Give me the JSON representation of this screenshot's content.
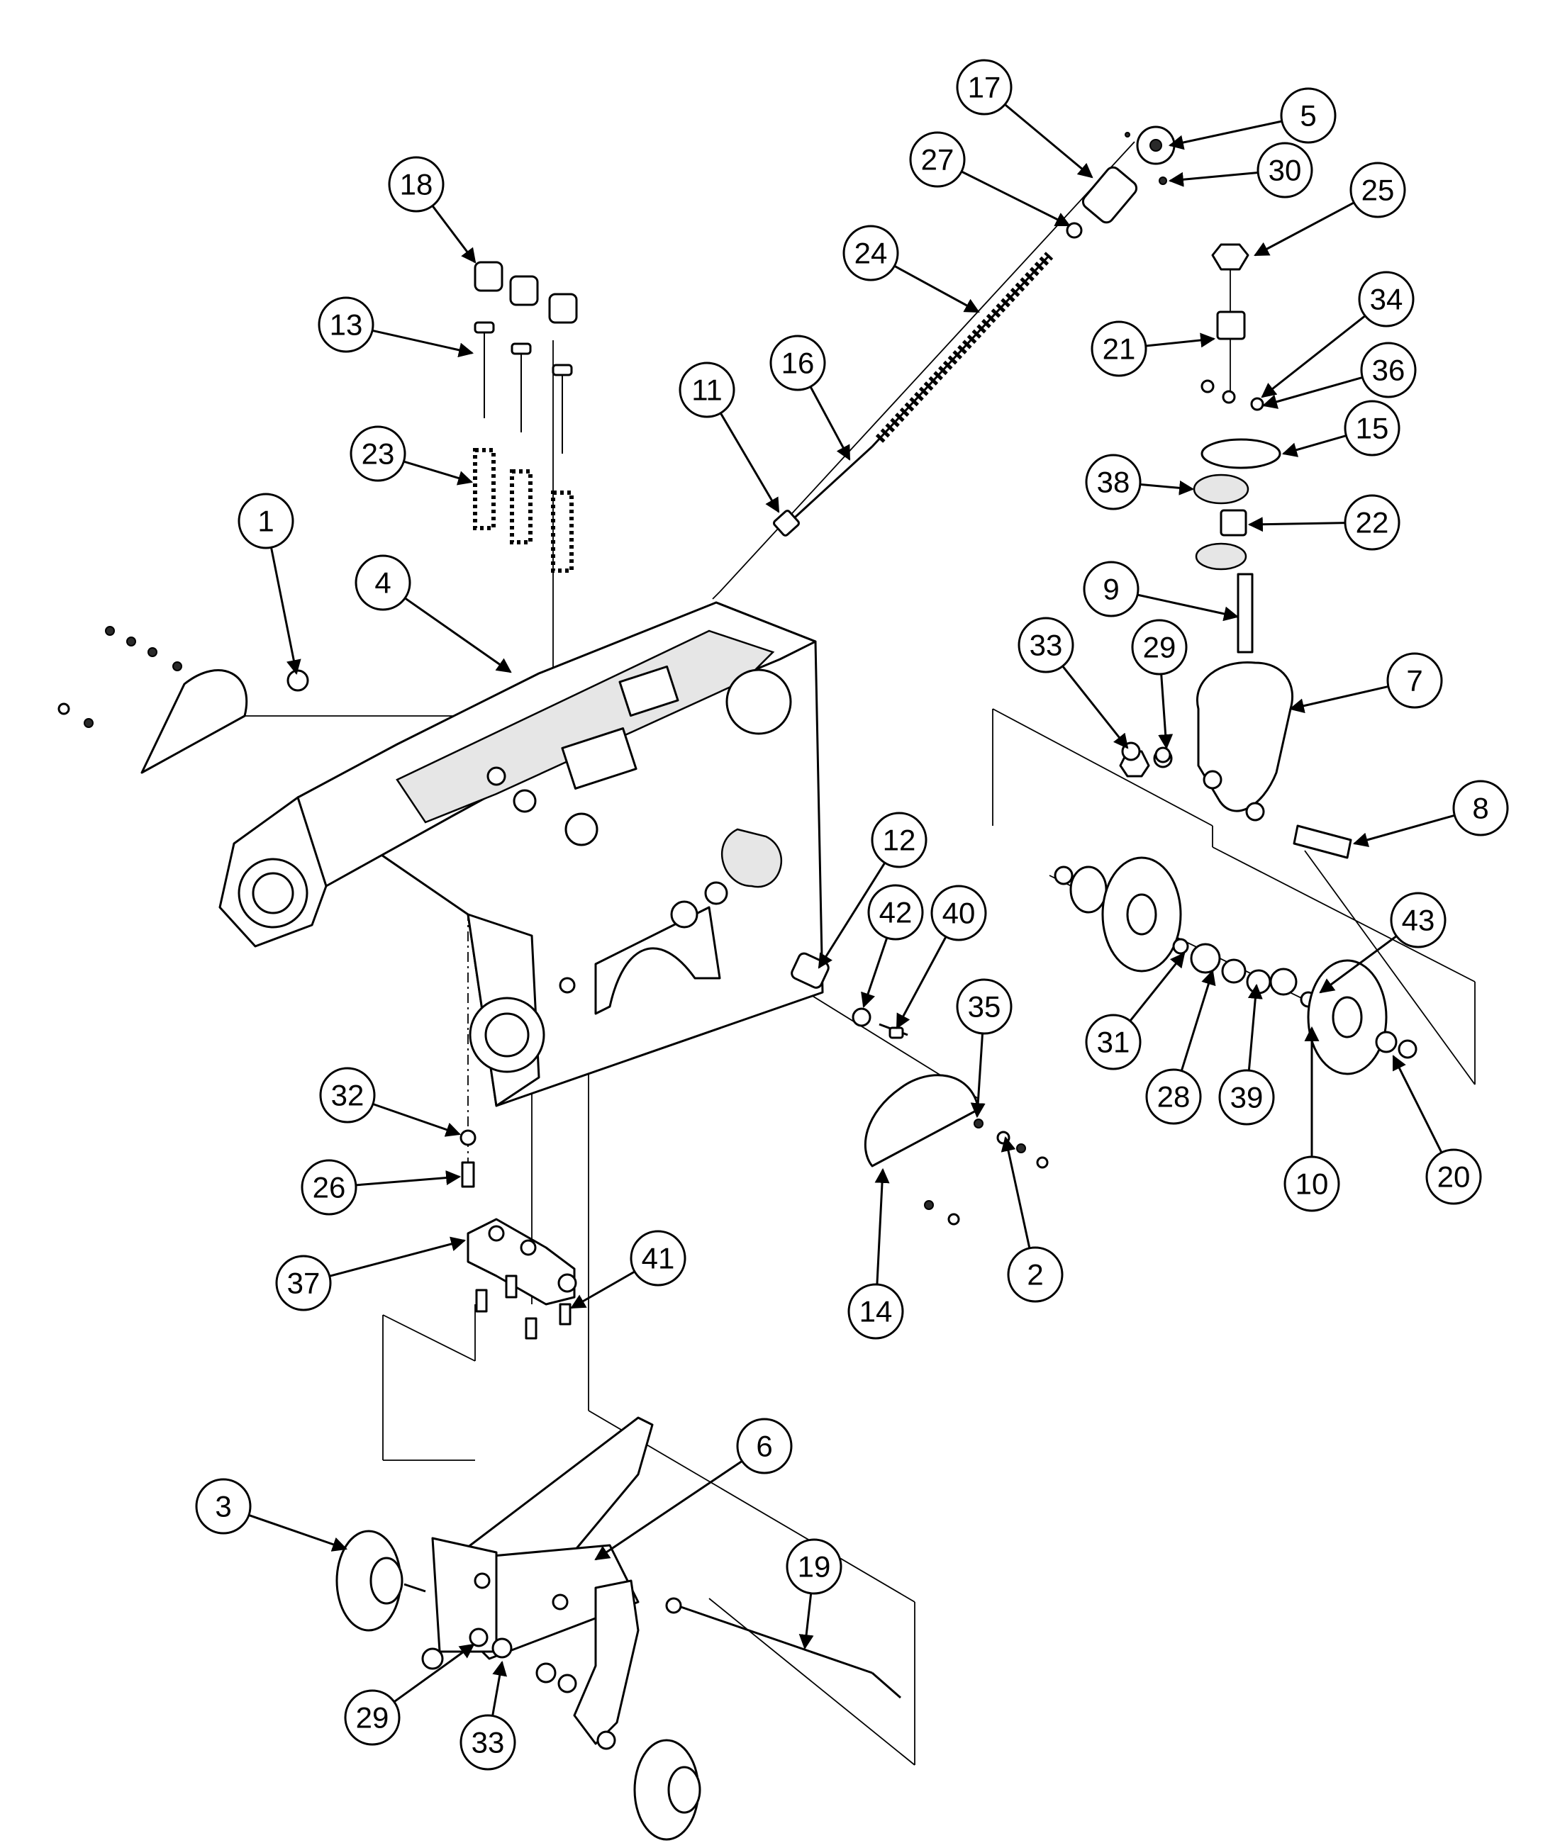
{
  "callouts": [
    {
      "number": "1"
    },
    {
      "number": "2"
    },
    {
      "number": "3"
    },
    {
      "number": "4"
    },
    {
      "number": "5"
    },
    {
      "number": "6"
    },
    {
      "number": "7"
    },
    {
      "number": "8"
    },
    {
      "number": "9"
    },
    {
      "number": "10"
    },
    {
      "number": "11"
    },
    {
      "number": "12"
    },
    {
      "number": "13"
    },
    {
      "number": "14"
    },
    {
      "number": "15"
    },
    {
      "number": "16"
    },
    {
      "number": "17"
    },
    {
      "number": "18"
    },
    {
      "number": "19"
    },
    {
      "number": "20"
    },
    {
      "number": "21"
    },
    {
      "number": "22"
    },
    {
      "number": "23"
    },
    {
      "number": "24"
    },
    {
      "number": "25"
    },
    {
      "number": "26"
    },
    {
      "number": "27"
    },
    {
      "number": "28"
    },
    {
      "number": "29"
    },
    {
      "number": "29"
    },
    {
      "number": "30"
    },
    {
      "number": "31"
    },
    {
      "number": "32"
    },
    {
      "number": "33"
    },
    {
      "number": "33"
    },
    {
      "number": "34"
    },
    {
      "number": "35"
    },
    {
      "number": "36"
    },
    {
      "number": "37"
    },
    {
      "number": "38"
    },
    {
      "number": "39"
    },
    {
      "number": "40"
    },
    {
      "number": "41"
    },
    {
      "number": "42"
    },
    {
      "number": "43"
    }
  ]
}
